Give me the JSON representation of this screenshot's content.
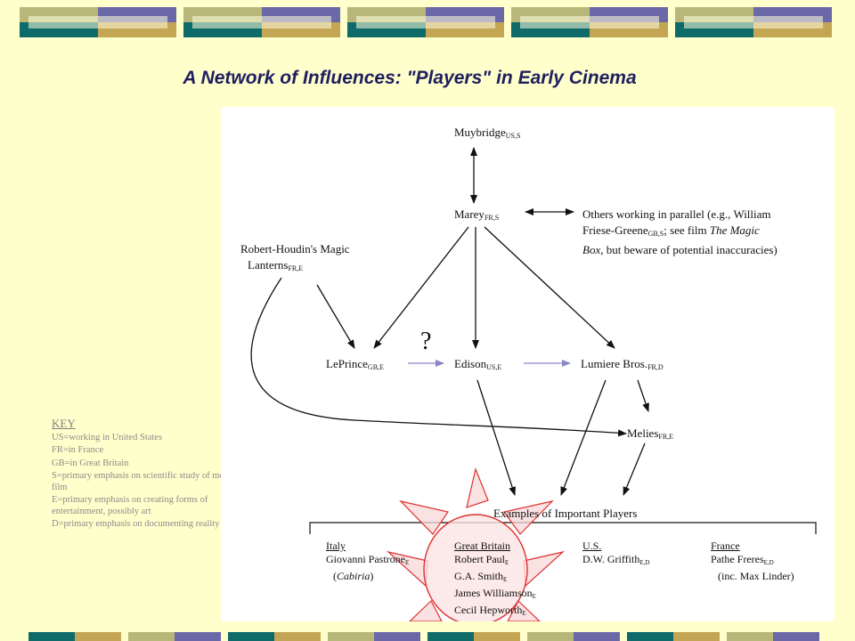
{
  "slide": {
    "title": "A Network of Influences: \"Players\" in Early Cinema",
    "colors": {
      "background": "#ffffcc",
      "band_olive": "#b8b77a",
      "band_purple": "#6b68a8",
      "band_teal": "#0f6a6a",
      "band_gold": "#c4a553",
      "sun_stroke": "#e03030",
      "sun_fill": "#f8d8d8"
    }
  },
  "diagram": {
    "nodes": {
      "muybridge": {
        "name": "Muybridge",
        "sub": "US,S"
      },
      "marey": {
        "name": "Marey",
        "sub": "FR,S"
      },
      "others": {
        "line1": "Others working in parallel (e.g., William",
        "line2a": "Friese-Greene",
        "line2_sub": "GB,S",
        "line2b": "; see film ",
        "line2_italic": "The Magic",
        "line3_italic": "Box",
        "line3b": ", but beware of potential inaccuracies)"
      },
      "houdin": {
        "line1": "Robert-Houdin's Magic",
        "line2": "Lanterns",
        "sub": "FR,E"
      },
      "leprince": {
        "name": "LePrince",
        "sub": "GB,E"
      },
      "edison": {
        "name": "Edison",
        "sub": "US,E"
      },
      "lumiere": {
        "name": "Lumiere Bros.",
        "sub": "FR,D"
      },
      "melies": {
        "name": "Melies",
        "sub": "FR,E"
      },
      "question": "?"
    },
    "players": {
      "heading": "Examples of Important Players",
      "italy": {
        "header": "Italy",
        "line1": "Giovanni Pastrone",
        "line1_sub": "E",
        "line2_pre": "(",
        "line2_italic": "Cabiria",
        "line2_post": ")"
      },
      "great_britain": {
        "header": "Great Britain",
        "items": [
          {
            "name": "Robert Paul",
            "sub": "E"
          },
          {
            "name": "G.A. Smith",
            "sub": "E"
          },
          {
            "name": "James Williamson",
            "sub": "E"
          },
          {
            "name": "Cecil Hepworth",
            "sub": "E"
          }
        ]
      },
      "us": {
        "header": "U.S.",
        "line1": "D.W. Griffith",
        "line1_sub": "E,D"
      },
      "france": {
        "header": "France",
        "line1": "Pathe Freres",
        "line1_sub": "E,D",
        "line2": "(inc. Max Linder)"
      }
    }
  },
  "key": {
    "title": "KEY",
    "lines": [
      "US=working in United States",
      "FR=in France",
      "GB=in Great Britain",
      "S=primary emphasis on scientific study of motion, film",
      "E=primary emphasis on creating forms of entertainment, possibly art",
      "D=primary emphasis on documenting reality"
    ]
  }
}
